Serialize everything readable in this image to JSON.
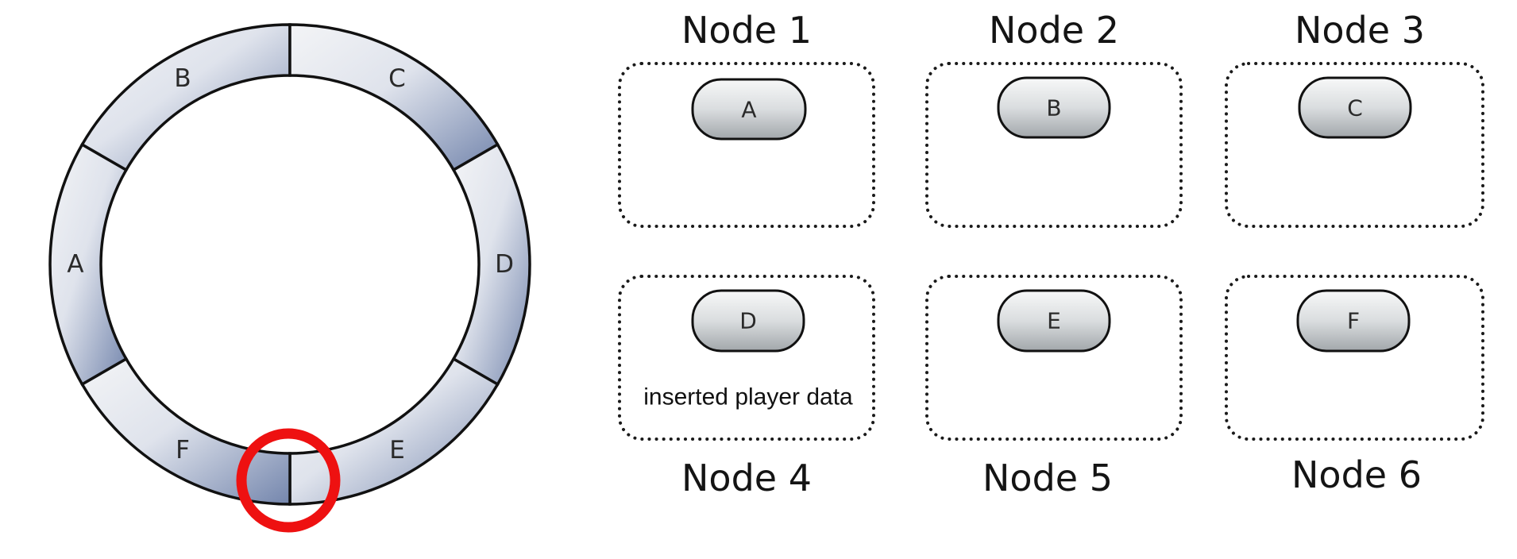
{
  "ring": {
    "segments": [
      {
        "label": "A",
        "highlighted": false
      },
      {
        "label": "B",
        "highlighted": false
      },
      {
        "label": "C",
        "highlighted": false
      },
      {
        "label": "D",
        "highlighted": true
      },
      {
        "label": "E",
        "highlighted": false
      },
      {
        "label": "F",
        "highlighted": false
      }
    ],
    "highlight_color": "#ee1111"
  },
  "nodes": [
    {
      "title": "Node 1",
      "item": "A",
      "note": ""
    },
    {
      "title": "Node 2",
      "item": "B",
      "note": ""
    },
    {
      "title": "Node 3",
      "item": "C",
      "note": ""
    },
    {
      "title": "Node 4",
      "item": "D",
      "note": "inserted player data"
    },
    {
      "title": "Node 5",
      "item": "E",
      "note": ""
    },
    {
      "title": "Node 6",
      "item": "F",
      "note": ""
    }
  ],
  "colors": {
    "ring_light": "#eef0f4",
    "ring_dark": "#8191b6",
    "pill_light": "#f4f5f5",
    "pill_dark": "#a9aeb1",
    "highlight": "#ee1111"
  }
}
